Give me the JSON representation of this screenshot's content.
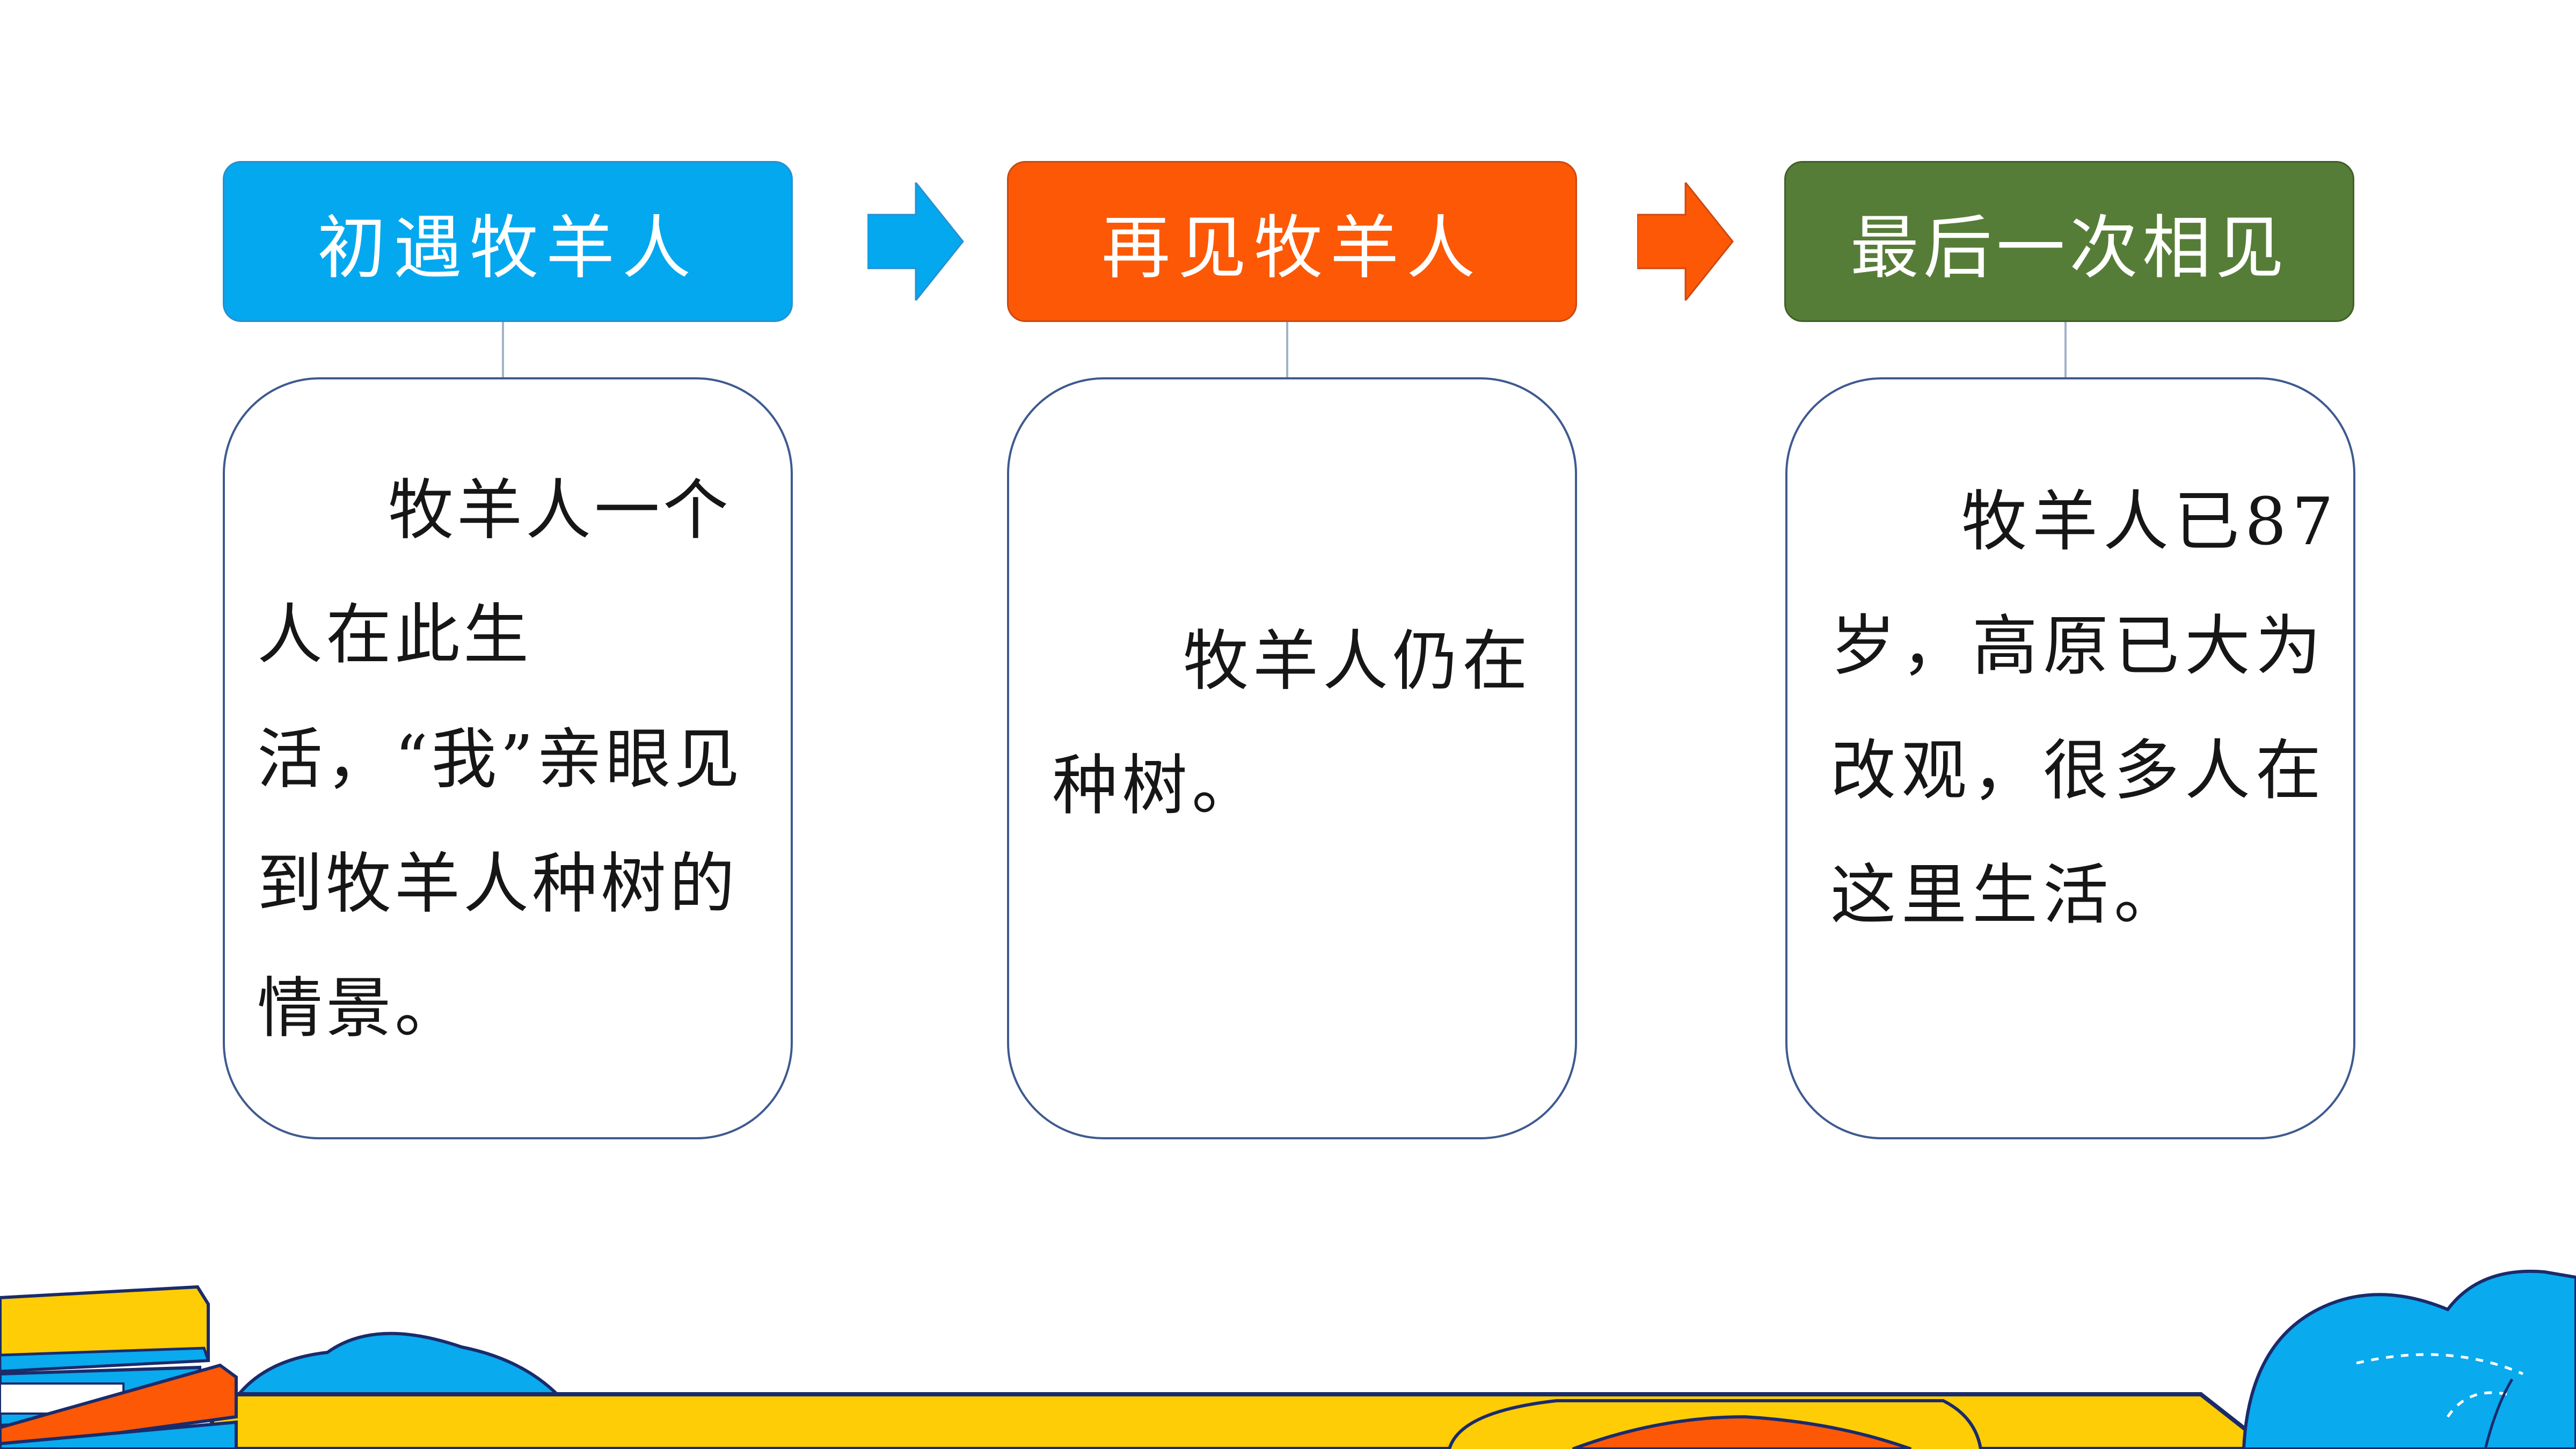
{
  "colors": {
    "stage1": "#04a8ef",
    "stage2": "#fd5806",
    "stage3": "#567d37",
    "card_border": "#3e5a8f",
    "text": "#161616"
  },
  "stages": [
    {
      "title": "初遇牧羊人",
      "description": "牧羊人一个人在此生活，“我”亲眼见到牧羊人种树的情景。"
    },
    {
      "title": "再见牧羊人",
      "description": "牧羊人仍在种树。"
    },
    {
      "title": "最后一次相见",
      "description": "牧羊人已87岁，高原已大为改观，很多人在这里生活。"
    }
  ],
  "arrows": [
    {
      "icon": "right-arrow-icon",
      "color": "#04a8ef"
    },
    {
      "icon": "right-arrow-icon",
      "color": "#fd5806"
    }
  ]
}
